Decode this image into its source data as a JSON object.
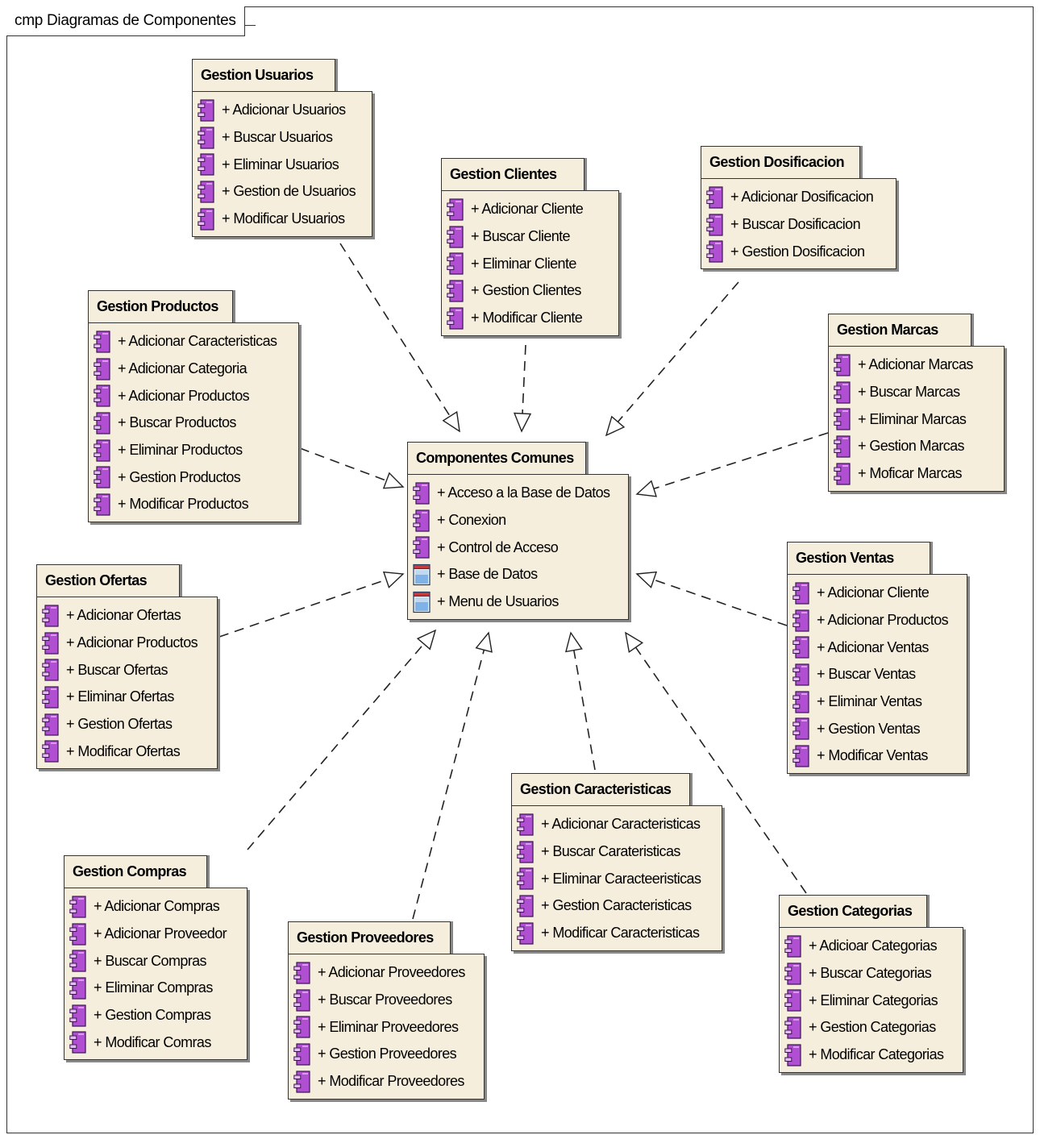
{
  "frame_title": "cmp Diagramas de Componentes",
  "colors": {
    "background": "#f6eedc",
    "component_icon": "#b04fd1",
    "datastore_icon": "#7fb2e6",
    "border": "#333333"
  },
  "icons": {
    "component": "component-icon",
    "datastore": "datastore-icon"
  },
  "packages": {
    "usuarios": {
      "title": "Gestion Usuarios",
      "items": [
        "+ Adicionar Usuarios",
        "+ Buscar Usuarios",
        "+ Eliminar Usuarios",
        "+ Gestion de Usuarios",
        "+ Modificar Usuarios"
      ]
    },
    "clientes": {
      "title": "Gestion Clientes",
      "items": [
        "+ Adicionar Cliente",
        "+ Buscar Cliente",
        "+ Eliminar Cliente",
        "+ Gestion Clientes",
        "+ Modificar Cliente"
      ]
    },
    "dosificacion": {
      "title": "Gestion Dosificacion",
      "items": [
        "+ Adicionar Dosificacion",
        "+ Buscar Dosificacion",
        "+ Gestion Dosificacion"
      ]
    },
    "productos": {
      "title": "Gestion Productos",
      "items": [
        "+ Adicionar Caracteristicas",
        "+ Adicionar Categoria",
        "+ Adicionar Productos",
        "+ Buscar Productos",
        "+ Eliminar Productos",
        "+ Gestion Productos",
        "+ Modificar Productos"
      ]
    },
    "marcas": {
      "title": "Gestion Marcas",
      "items": [
        "+ Adicionar Marcas",
        "+ Buscar Marcas",
        "+ Eliminar Marcas",
        "+ Gestion Marcas",
        "+ Moficar Marcas"
      ]
    },
    "comunes": {
      "title": "Componentes Comunes",
      "items": [
        "+ Acceso a la Base de Datos",
        "+ Conexion",
        "+ Control de Acceso",
        "+ Base de Datos",
        "+ Menu de Usuarios"
      ]
    },
    "ofertas": {
      "title": "Gestion Ofertas",
      "items": [
        "+ Adicionar Ofertas",
        "+ Adicionar Productos",
        "+ Buscar Ofertas",
        "+ Eliminar Ofertas",
        "+ Gestion Ofertas",
        "+ Modificar Ofertas"
      ]
    },
    "ventas": {
      "title": "Gestion Ventas",
      "items": [
        "+ Adicionar Cliente",
        "+ Adicionar Productos",
        "+ Adicionar Ventas",
        "+ Buscar Ventas",
        "+ Eliminar Ventas",
        "+ Gestion Ventas",
        "+ Modificar Ventas"
      ]
    },
    "caracteristicas": {
      "title": "Gestion Caracteristicas",
      "items": [
        "+ Adicionar Caracteristicas",
        "+ Buscar Carateristicas",
        "+ Eliminar Caracteeristicas",
        "+ Gestion Caracteristicas",
        "+ Modificar Caracteristicas"
      ]
    },
    "compras": {
      "title": "Gestion Compras",
      "items": [
        "+ Adicionar Compras",
        "+ Adicionar Proveedor",
        "+ Buscar Compras",
        "+ Eliminar Compras",
        "+ Gestion Compras",
        "+ Modificar Comras"
      ]
    },
    "proveedores": {
      "title": "Gestion Proveedores",
      "items": [
        "+ Adicionar Proveedores",
        "+ Buscar Proveedores",
        "+ Eliminar Proveedores",
        "+ Gestion Proveedores",
        "+ Modificar Proveedores"
      ]
    },
    "categorias": {
      "title": "Gestion Categorias",
      "items": [
        "+ Adicioar Categorias",
        "+ Buscar Categorias",
        "+ Eliminar Categorias",
        "+ Gestion Categorias",
        "+ Modificar Categorias"
      ]
    }
  },
  "datastore_items": {
    "comunes": [
      3,
      4
    ]
  },
  "dependencies": [
    {
      "from": "usuarios",
      "to": "comunes"
    },
    {
      "from": "clientes",
      "to": "comunes"
    },
    {
      "from": "dosificacion",
      "to": "comunes"
    },
    {
      "from": "productos",
      "to": "comunes"
    },
    {
      "from": "marcas",
      "to": "comunes"
    },
    {
      "from": "ofertas",
      "to": "comunes"
    },
    {
      "from": "ventas",
      "to": "comunes"
    },
    {
      "from": "compras",
      "to": "comunes"
    },
    {
      "from": "proveedores",
      "to": "comunes"
    },
    {
      "from": "caracteristicas",
      "to": "comunes"
    },
    {
      "from": "categorias",
      "to": "comunes"
    }
  ]
}
